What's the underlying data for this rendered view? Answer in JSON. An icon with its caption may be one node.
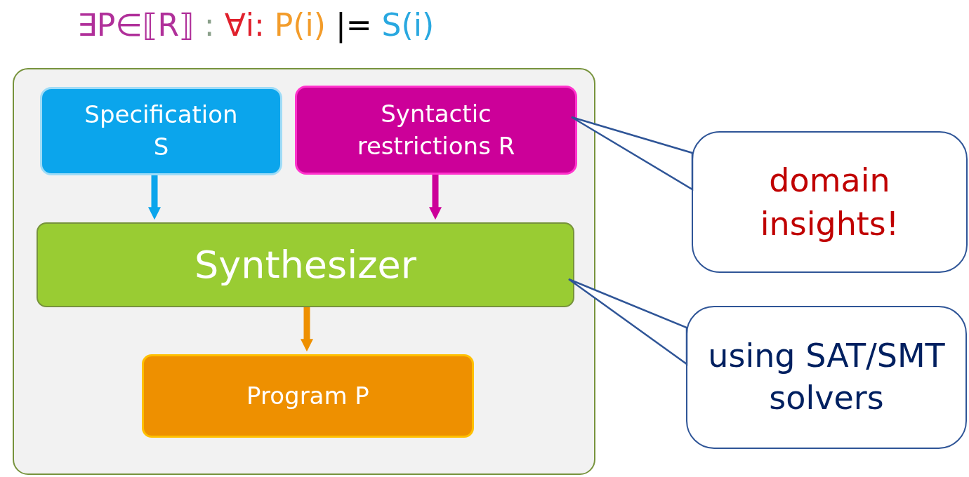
{
  "diagram": {
    "title": "∃P∈⟦R⟧ : ∀i: P(i) |= S(i)",
    "nodes": [
      {
        "text": [],
        "shape": "box"
      },
      {
        "text": [
          "Specification S"
        ],
        "in": 0
      },
      {
        "text": [
          "Syntactic restrictions R"
        ],
        "in": 0
      },
      {
        "text": [
          "Synthesizer"
        ],
        "in": 0
      },
      {
        "text": [
          "Program P"
        ],
        "in": 0
      },
      {
        "text": [
          "domain insights!"
        ]
      },
      {
        "text": [
          "using SAT/SMT solvers"
        ]
      }
    ],
    "edges": [
      {
        "from": 1,
        "to": 3,
        "arrow": "to",
        "color": "#0ba5ec"
      },
      {
        "from": 2,
        "to": 3,
        "arrow": "to",
        "color": "#cc0099"
      },
      {
        "from": 3,
        "to": 4,
        "arrow": "to",
        "color": "#ee9000"
      },
      {
        "from": 5,
        "to": 2,
        "arrow": "none"
      },
      {
        "from": 6,
        "to": 3,
        "arrow": "none"
      }
    ]
  }
}
